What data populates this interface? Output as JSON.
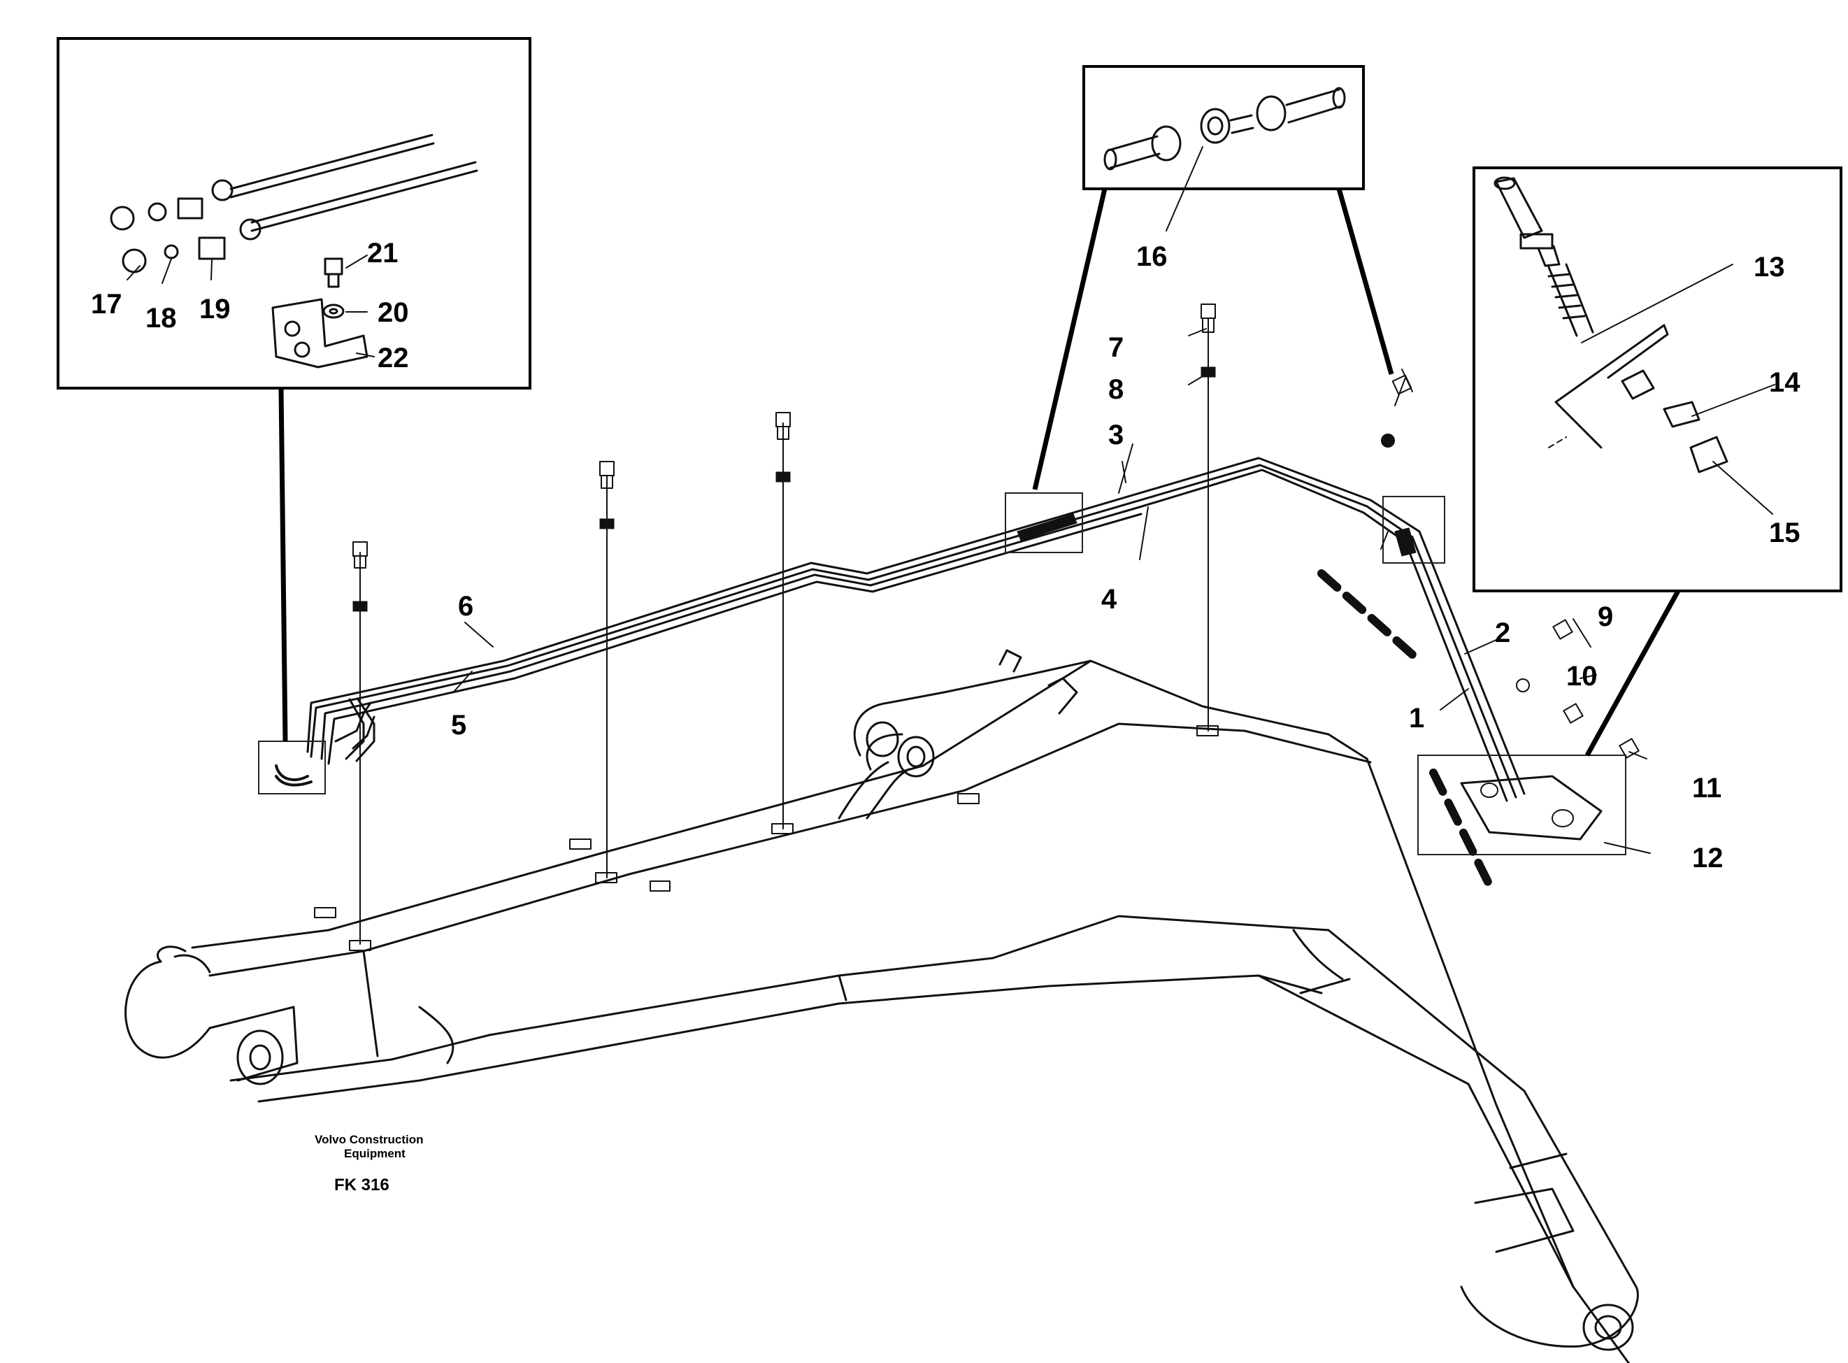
{
  "footer": {
    "maker_line1": "Volvo Construction",
    "maker_line2": "Equipment",
    "figure_code": "FK 316"
  },
  "callouts": {
    "c1": "1",
    "c2": "2",
    "c3": "3",
    "c4": "4",
    "c5": "5",
    "c6": "6",
    "c7": "7",
    "c8": "8",
    "c9": "9",
    "c10": "10",
    "c11": "11",
    "c12": "12",
    "c13": "13",
    "c14": "14",
    "c15": "15",
    "c16": "16",
    "c17": "17",
    "c18": "18",
    "c19": "19",
    "c20": "20",
    "c21": "21",
    "c22": "22"
  }
}
